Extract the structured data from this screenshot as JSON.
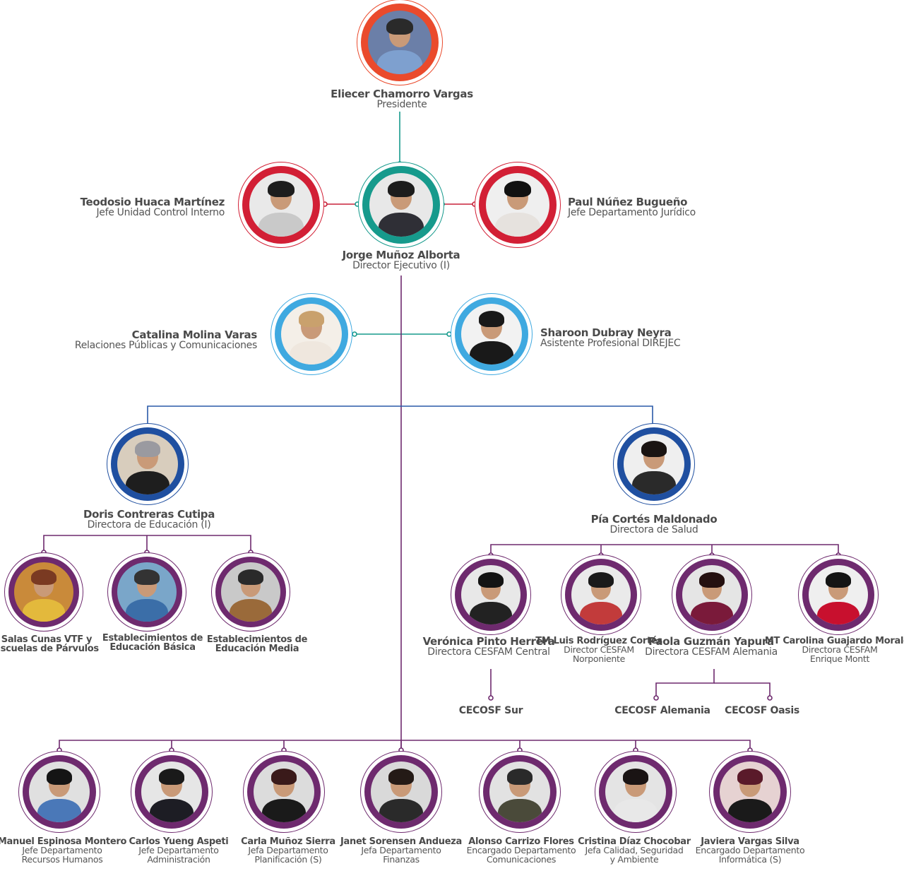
{
  "colors": {
    "orange_red": "#ea4a2c",
    "red": "#d21f35",
    "teal": "#169a8c",
    "light_blue": "#3fa9e0",
    "dark_blue": "#1f4fa0",
    "purple": "#6e2a6e",
    "line_purple": "#6e2a6e",
    "line_teal": "#169a8c",
    "line_blue": "#2a5aa8",
    "line_red": "#c8223a"
  },
  "president": {
    "name": "Eliecer Chamorro Vargas",
    "role": "Presidente"
  },
  "executive": {
    "director": {
      "name": "Jorge Muñoz Alborta",
      "role": "Director Ejecutivo (I)"
    },
    "left": {
      "name": "Teodosio Huaca Martínez",
      "role": "Jefe Unidad Control Interno"
    },
    "right": {
      "name": "Paul Núñez Bugueño",
      "role": "Jefe Departamento Jurídico"
    }
  },
  "advisors": {
    "left": {
      "name": "Catalina Molina Varas",
      "role": "Relaciones Públicas y Comunicaciones"
    },
    "right": {
      "name": "Sharoon Dubray Neyra",
      "role": "Asistente Profesional DIREJEC"
    }
  },
  "education": {
    "director": {
      "name": "Doris Contreras Cutipa",
      "role": "Directora de Educación (I)"
    },
    "units": [
      {
        "line1": "Salas Cunas VTF y",
        "line2": "Escuelas de Párvulos"
      },
      {
        "line1": "Establecimientos de",
        "line2": "Educación Básica"
      },
      {
        "line1": "Establecimientos de",
        "line2": "Educación Media"
      }
    ]
  },
  "health": {
    "director": {
      "name": "Pía Cortés Maldonado",
      "role": "Directora de Salud"
    },
    "units": [
      {
        "name": "Verónica Pinto Herrera",
        "role1": "Directora CESFAM Central",
        "role2": ""
      },
      {
        "name": "TM Luis Rodríguez Cortés",
        "role1": "Director CESFAM",
        "role2": "Norponiente"
      },
      {
        "name": "Paola Guzmán Yapura",
        "role1": "Directora CESFAM Alemania",
        "role2": ""
      },
      {
        "name": "MT Carolina Guajardo Morales",
        "role1": "Directora CESFAM",
        "role2": "Enrique Montt"
      }
    ],
    "cecosf": [
      "CECOSF Sur",
      "CECOSF Alemania",
      "CECOSF Oasis"
    ]
  },
  "departments": [
    {
      "name": "Manuel Espinosa Montero",
      "role1": "Jefe Departamento",
      "role2": "Recursos Humanos"
    },
    {
      "name": "Carlos Yueng Aspeti",
      "role1": "Jefe Departamento",
      "role2": "Administración"
    },
    {
      "name": "Carla Muñoz Sierra",
      "role1": "Jefa Departamento",
      "role2": "Planificación (S)"
    },
    {
      "name": "Janet Sorensen Andueza",
      "role1": "Jefa Departamento",
      "role2": "Finanzas"
    },
    {
      "name": "Alonso Carrizo Flores",
      "role1": "Encargado Departamento",
      "role2": "Comunicaciones"
    },
    {
      "name": "Cristina Díaz Chocobar",
      "role1": "Jefa Calidad, Seguridad",
      "role2": "y Ambiente"
    },
    {
      "name": "Javiera Vargas Silva",
      "role1": "Encargado Departamento",
      "role2": "Informática (S)"
    }
  ]
}
